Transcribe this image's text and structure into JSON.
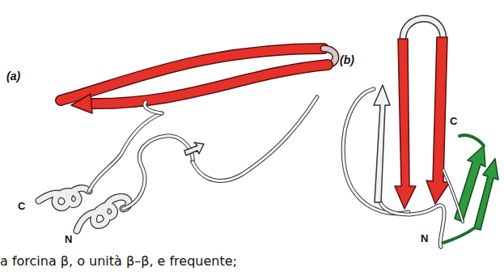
{
  "diagram": {
    "caption": "a forcina β, o unità β–β, e frequente;",
    "labels": [
      "(a)",
      "(b)",
      "C",
      "N",
      "C",
      "N"
    ]
  }
}
